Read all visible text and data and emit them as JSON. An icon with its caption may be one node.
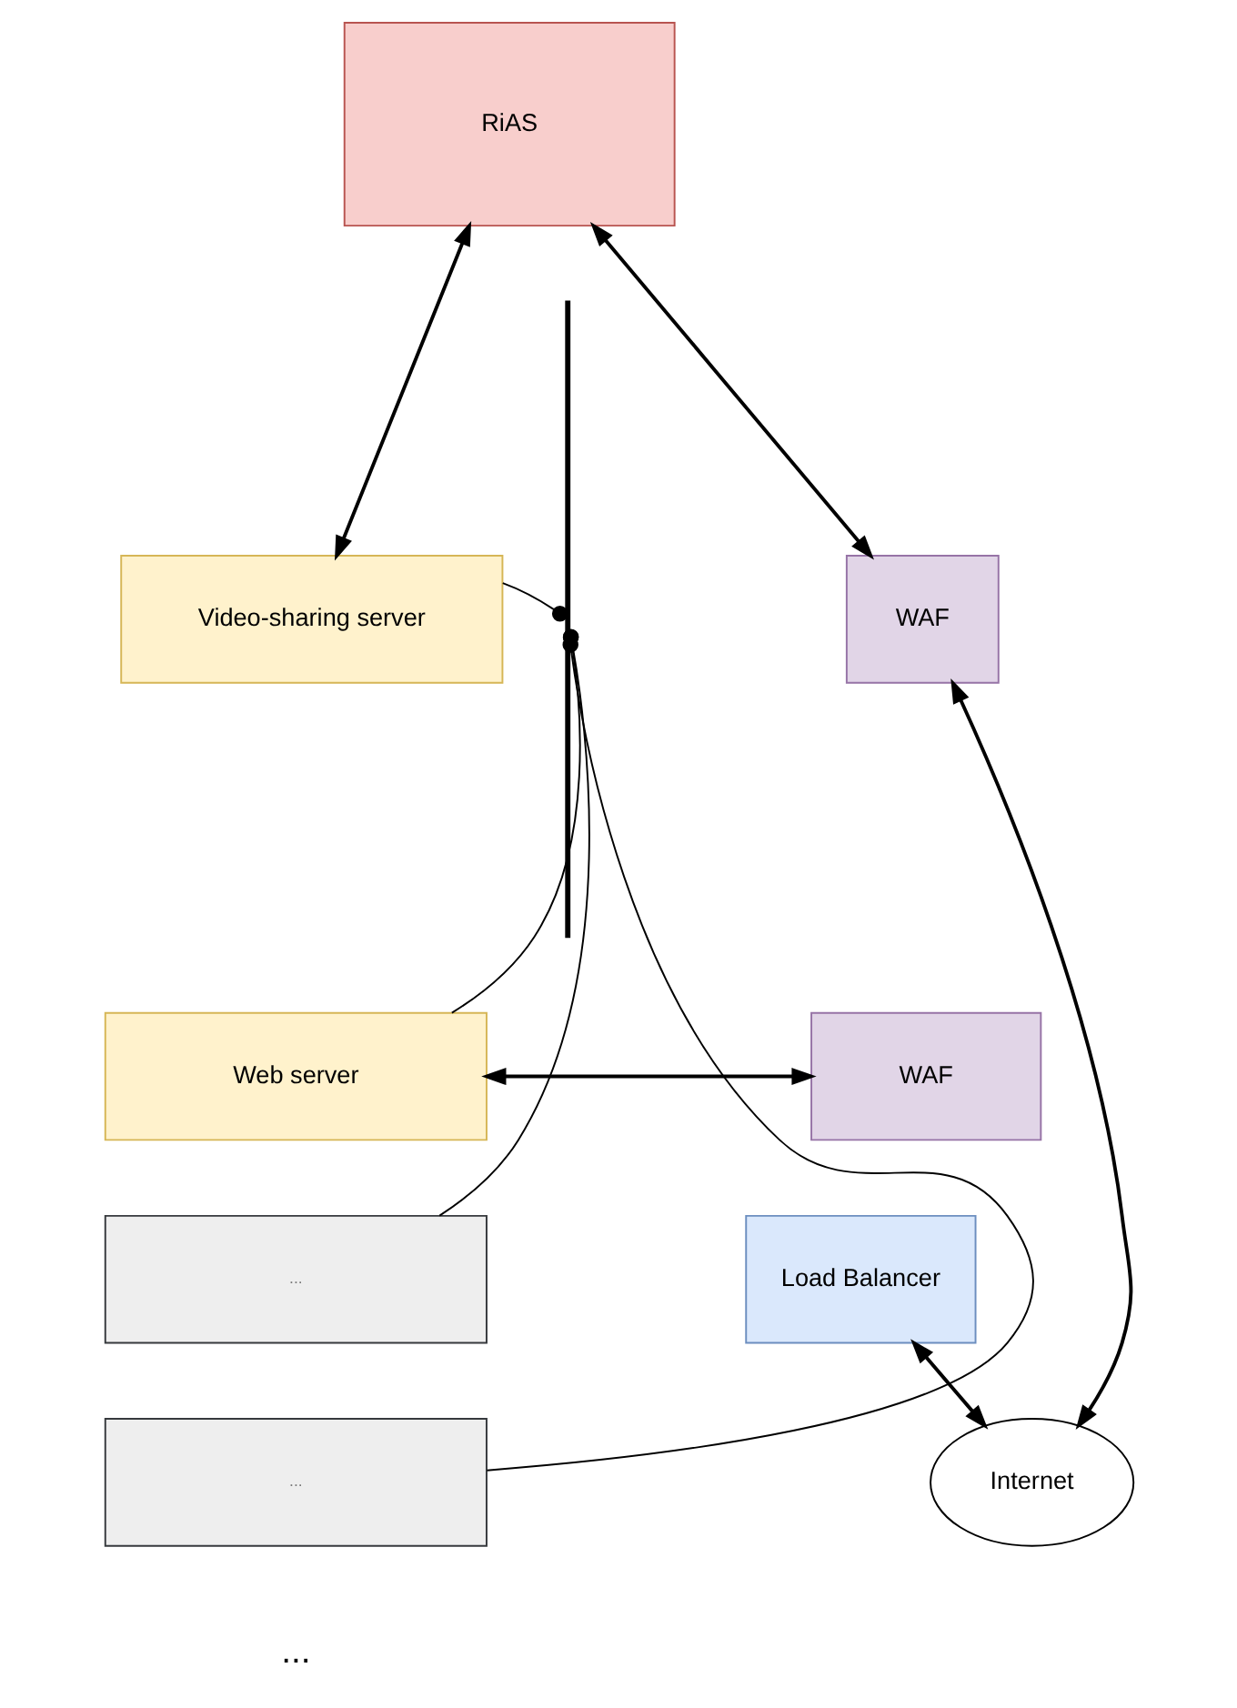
{
  "diagram": {
    "nodes": [
      {
        "text": [
          "RiAS"
        ]
      },
      {
        "text": [
          "Video-sharing server"
        ]
      },
      {
        "text": [
          "WAF"
        ]
      },
      {
        "text": [
          "Web server"
        ]
      },
      {
        "text": [
          "..."
        ]
      },
      {
        "text": [
          "..."
        ]
      },
      {
        "text": [
          "WAF"
        ]
      },
      {
        "text": [
          "Load Balancer"
        ]
      },
      {
        "text": [
          "Internet"
        ]
      },
      {
        "text": [],
        "shape": "bar"
      }
    ],
    "edges": [
      {
        "from": 0,
        "to": 1,
        "arrow": "both"
      },
      {
        "from": 0,
        "to": 2,
        "arrow": "both"
      },
      {
        "from": 8,
        "to": 2,
        "arrow": "both"
      },
      {
        "from": 6,
        "to": 3,
        "arrow": "both"
      },
      {
        "from": 7,
        "to": 8,
        "arrow": "both"
      },
      {
        "from": 9,
        "to": 1,
        "arrow": "other"
      },
      {
        "from": 9,
        "to": 3,
        "arrow": "other"
      },
      {
        "from": 9,
        "to": 4,
        "arrow": "other"
      },
      {
        "from": 9,
        "to": 5,
        "arrow": "other"
      }
    ],
    "labels": [
      "..."
    ]
  }
}
